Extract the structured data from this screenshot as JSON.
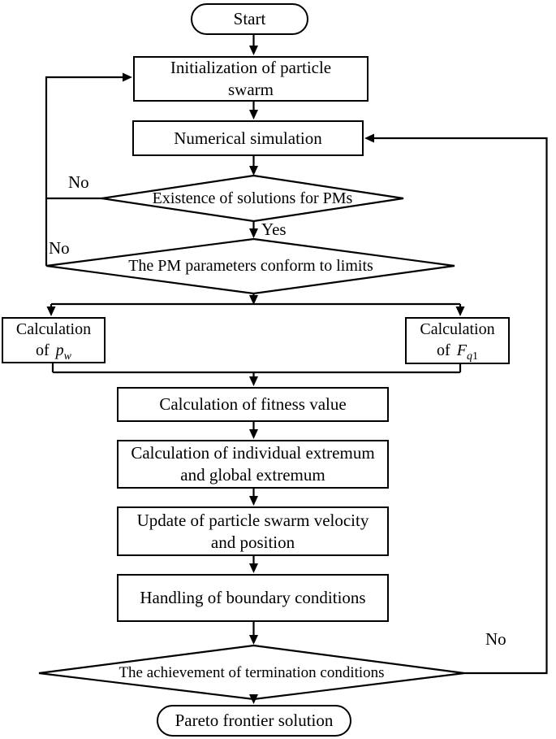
{
  "nodes": {
    "start": {
      "label": "Start"
    },
    "init": {
      "label": "Initialization of particle swarm"
    },
    "numerical": {
      "label": "Numerical simulation"
    },
    "decision_solutions": {
      "label": "Existence of solutions for PMs"
    },
    "decision_limits": {
      "label": "The PM parameters conform to limits"
    },
    "calc_pw": {
      "line1": "Calculation",
      "prefix": "of",
      "var": "p",
      "sub": "w"
    },
    "calc_fq1": {
      "line1": "Calculation",
      "prefix": "of",
      "var": "F",
      "sub_italic": "q",
      "sub_regular": "1"
    },
    "fitness": {
      "label": "Calculation of fitness value"
    },
    "extremum": {
      "label": "Calculation of individual extremum and global extremum"
    },
    "update": {
      "label": "Update of particle swarm velocity and position"
    },
    "boundary": {
      "label": "Handling of boundary conditions"
    },
    "decision_termination": {
      "label": "The achievement of termination conditions"
    },
    "end": {
      "label": "Pareto frontier solution"
    }
  },
  "edge_labels": {
    "yes": "Yes",
    "no_solutions": "No",
    "no_limits": "No",
    "no_termination": "No"
  },
  "colors": {
    "line": "#000000",
    "text": "#000000",
    "background": "#ffffff"
  }
}
